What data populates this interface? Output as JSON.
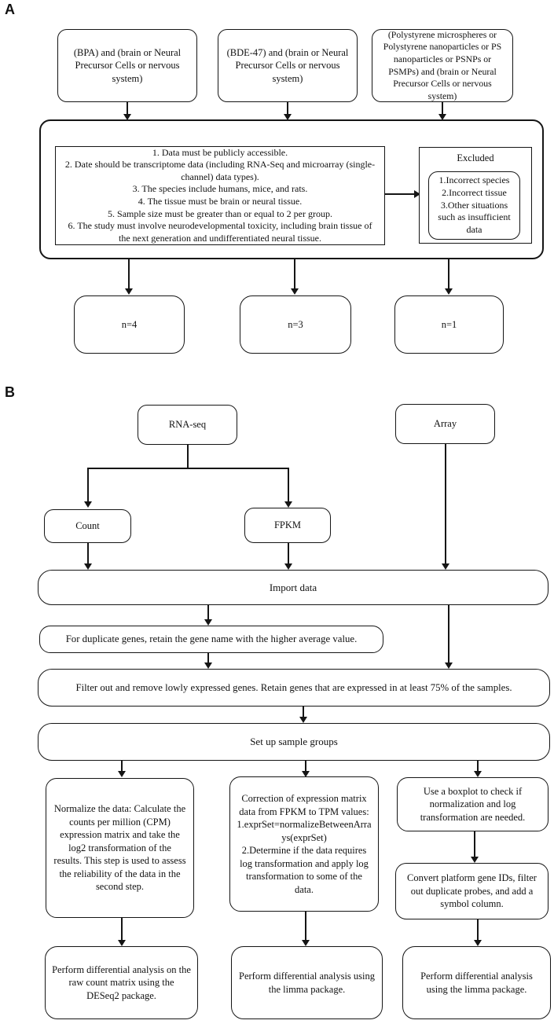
{
  "panel_a": {
    "label": "A",
    "query_boxes": [
      "(BPA) and (brain or Neural Precursor Cells or nervous system)",
      "(BDE-47) and (brain or Neural Precursor Cells or nervous system)",
      "(Polystyrene microspheres or Polystyrene nanoparticles or PS nanoparticles or PSNPs or PSMPs) and (brain or Neural Precursor Cells or nervous system)"
    ],
    "criteria": [
      "1. Data must be publicly accessible.",
      "2. Date should be transcriptome data (including RNA-Seq and microarray (single-channel) data types).",
      "3. The species include humans, mice, and rats.",
      "4. The tissue must be brain or neural tissue.",
      "5. Sample size must be greater than or equal to 2 per group.",
      "6. The study must involve neurodevelopmental toxicity, including brain tissue of the next generation and undifferentiated neural tissue."
    ],
    "excluded": {
      "title": "Excluded",
      "items": [
        "1.Incorrect species",
        "2.Incorrect tissue",
        "3.Other situations such as insufficient data"
      ]
    },
    "results": [
      "n=4",
      "n=3",
      "n=1"
    ]
  },
  "panel_b": {
    "label": "B",
    "rna_seq": "RNA-seq",
    "array": "Array",
    "count": "Count",
    "fpkm": "FPKM",
    "import_data": "Import data",
    "duplicate_genes": "For duplicate genes, retain the gene name with the higher average value.",
    "filter_genes": "Filter out and remove lowly expressed genes. Retain genes that are expressed in at least 75% of the samples.",
    "sample_groups": "Set up sample groups",
    "normalize": "Normalize the data: Calculate the counts per million (CPM) expression matrix and take the log2 transformation of the results. This step is used to assess the reliability of the data in the second step.",
    "fpkm_to_tpm": {
      "intro": "Correction of expression matrix data from FPKM to TPM values:",
      "step1": "1.exprSet=normalizeBetweenArrays(exprSet)",
      "step2": "2.Determine if the data requires log transformation and apply log transformation to some of the data."
    },
    "boxplot": "Use a boxplot to check if normalization and log transformation are needed.",
    "convert_ids": "Convert platform gene IDs, filter out duplicate probes, and add a symbol column.",
    "deseq2": "Perform differential analysis on the raw count matrix using the DESeq2 package.",
    "limma_fpkm": "Perform differential analysis using the limma package.",
    "limma_array": "Perform differential analysis using the limma package."
  }
}
